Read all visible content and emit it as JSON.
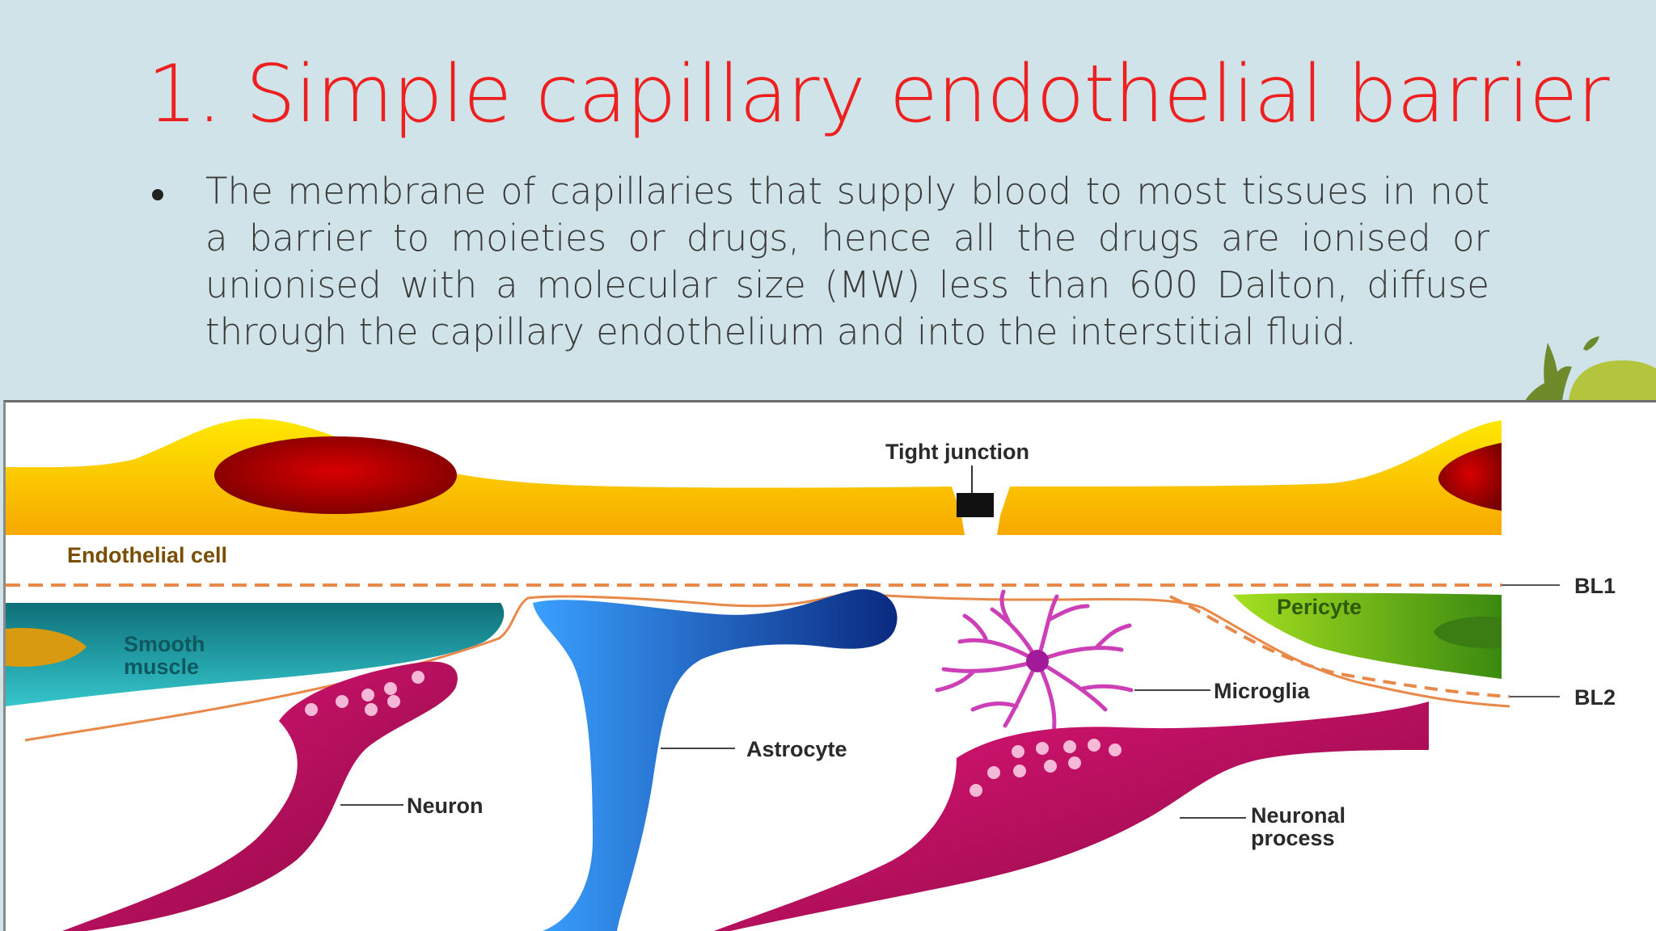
{
  "slide": {
    "title": "1. Simple capillary endothelial barrier",
    "bullet": "The membrane of capillaries that supply blood to most tissues in not a barrier to moieties or drugs, hence all the drugs are ionised or unionised with a molecular size (MW) less than 600 Dalton, diffuse through the capillary endothelium and into the interstitial fluid."
  },
  "figure": {
    "labels": {
      "tight_junction": "Tight junction",
      "endothelial_cell": "Endothelial cell",
      "bl1": "BL1",
      "bl2": "BL2",
      "pericyte": "Pericyte",
      "smooth_muscle_1": "Smooth",
      "smooth_muscle_2": "muscle",
      "microglia": "Microglia",
      "astrocyte": "Astrocyte",
      "neuron": "Neuron",
      "neuronal_process_1": "Neuronal",
      "neuronal_process_2": "process"
    },
    "colors": {
      "endothelium": "#f7b500",
      "nucleus": "#c00000",
      "pericyte": "#7cc41f",
      "smooth_muscle": "#1f9ea8",
      "astrocyte": "#1f6fd0",
      "microglia": "#cc3fb6",
      "neuron": "#c8166b",
      "membrane_line": "#e8894a"
    }
  },
  "theme": {
    "background": "#cfe3e8",
    "title_color": "#ee1f1f",
    "text_color": "#3a3a3a"
  }
}
